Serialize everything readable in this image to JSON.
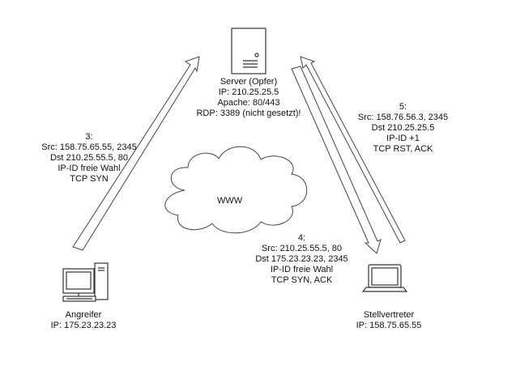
{
  "diagram": {
    "cloud_label": "WWW",
    "server": {
      "lines": [
        "Server (Opfer)",
        "IP: 210.25.25.5",
        "Apache: 80/443",
        "RDP: 3389 (nicht gesetzt)!"
      ],
      "icon": "server-tower-icon"
    },
    "attacker": {
      "lines": [
        "Angreifer",
        "IP: 175.23.23.23"
      ],
      "icon": "desktop-computer-icon"
    },
    "proxy": {
      "lines": [
        "Stellvertreter",
        "IP: 158.75.65.55"
      ],
      "icon": "laptop-icon"
    },
    "step3": [
      "3:",
      "Src: 158.75.65.55, 2345",
      "Dst 210.25.55.5, 80",
      "IP-ID freie Wahl",
      "TCP SYN"
    ],
    "step4": [
      "4:",
      "Src: 210.25.55.5, 80",
      "Dst 175.23.23.23, 2345",
      "IP-ID freie Wahl",
      "TCP SYN, ACK"
    ],
    "step5": [
      "5:",
      "Src: 158.76.56.3, 2345",
      "Dst 210.25.25.5",
      "IP-ID +1",
      "TCP RST, ACK"
    ]
  }
}
